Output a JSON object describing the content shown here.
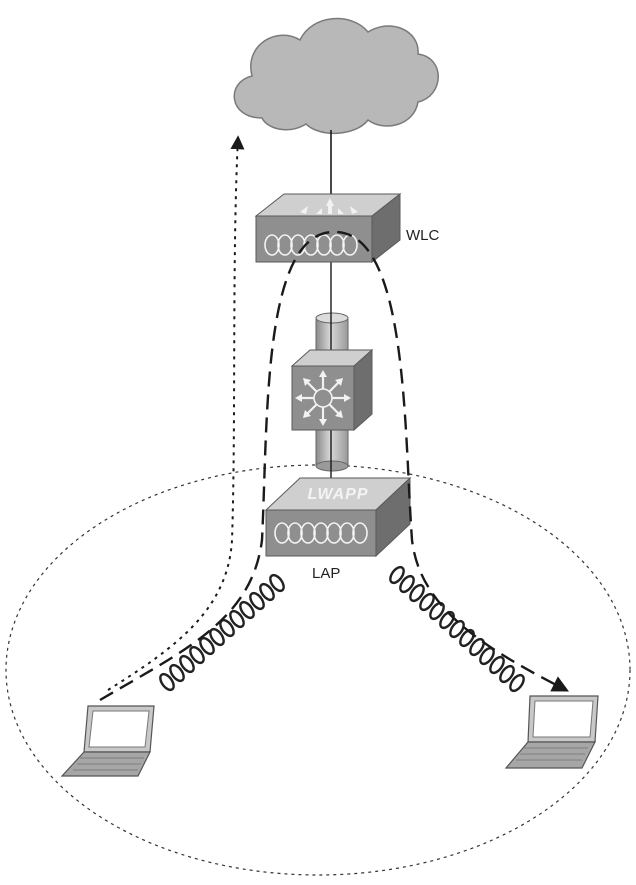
{
  "nodes": {
    "wlc": {
      "label": "WLC"
    },
    "lap": {
      "label": "LAP",
      "faceplate": "LWAPP"
    },
    "cloud": {
      "lines": [
        "",
        "",
        ""
      ]
    }
  },
  "colors": {
    "device_top": "#cfcfcf",
    "device_front": "#8f8f8f",
    "device_side": "#6e6e6e",
    "cloud": "#b8b8b8",
    "line": "#1a1a1a"
  },
  "icons": [
    "cloud-icon",
    "wlc-icon",
    "switch-icon",
    "lap-icon",
    "laptop-icon"
  ]
}
